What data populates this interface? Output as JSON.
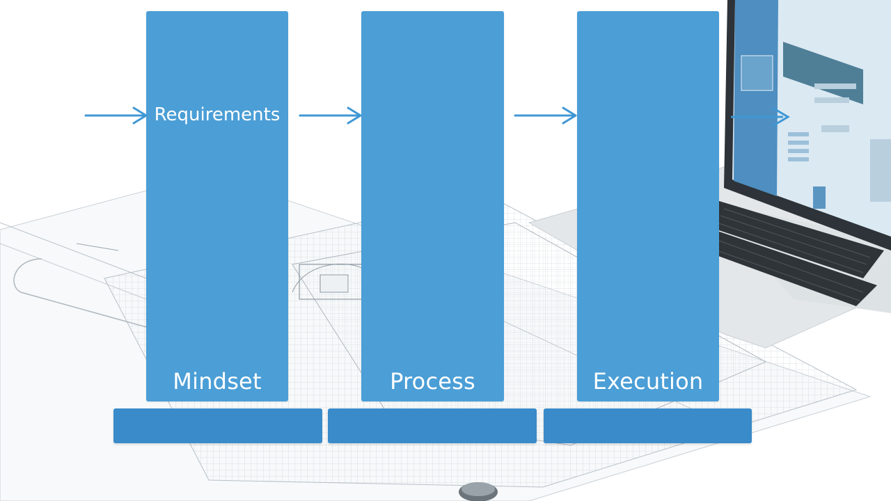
{
  "diagram": {
    "pillars": [
      {
        "label": "Mindset",
        "top_label": "Requirements"
      },
      {
        "label": "Process",
        "top_label": ""
      },
      {
        "label": "Execution",
        "top_label": ""
      }
    ]
  },
  "colors": {
    "pillar": "#4b9ed6",
    "base": "#3a8bc9",
    "arrow": "#3f97d4",
    "grid": "#cfd6dc",
    "laptop_body": "#e3e7ea",
    "laptop_screen": "#2d3338"
  },
  "icons": [
    "arrow-right-icon",
    "laptop-illustration",
    "blueprint-grid"
  ]
}
